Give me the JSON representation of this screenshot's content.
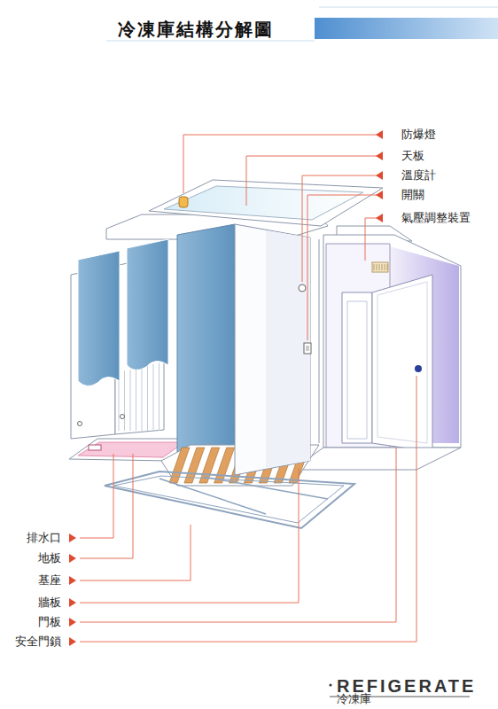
{
  "diagram": {
    "title": "冷凍庫結構分解圖",
    "labels": [
      "防爆燈",
      "天板",
      "溫度計",
      "開關",
      "氣壓調整裝置",
      "排水口",
      "地板",
      "基座",
      "牆板",
      "門板",
      "安全門鎖",
      "REFIGERATE",
      "冷凍庫"
    ]
  }
}
